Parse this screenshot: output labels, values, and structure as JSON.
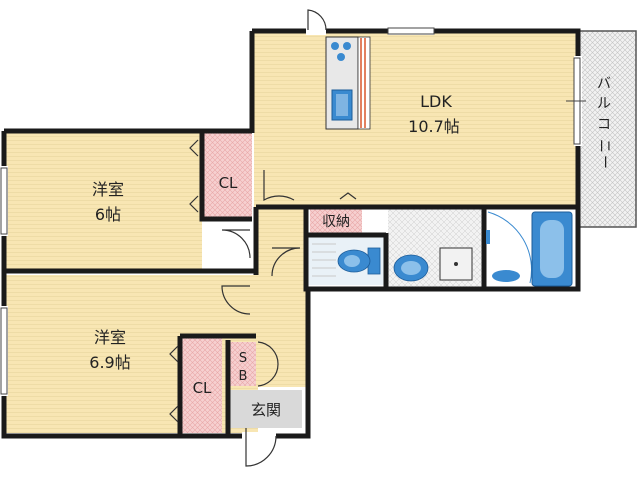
{
  "rooms": {
    "ldk": {
      "name": "LDK",
      "size": "10.7帖"
    },
    "west_upper": {
      "name": "洋室",
      "size": "6帖"
    },
    "west_lower": {
      "name": "洋室",
      "size": "6.9帖"
    }
  },
  "closets": {
    "cl_upper": "CL",
    "cl_lower": "CL",
    "storage": "収納",
    "shoe_box_s": "S",
    "shoe_box_b": "B"
  },
  "entrance": "玄関",
  "balcony": [
    "バ",
    "ル",
    "コ",
    "ニ",
    "ー"
  ],
  "colors": {
    "floor": "#f8e6b3",
    "floor_line": "#eedca6",
    "closet": "#f4c8c8",
    "wall": "#1a1a1a",
    "wet_area": "#e9f1f7",
    "fixture": "#3a8ad0",
    "balcony_hatch": "#bdbdbd",
    "entrance_floor": "#d9d9d9"
  }
}
